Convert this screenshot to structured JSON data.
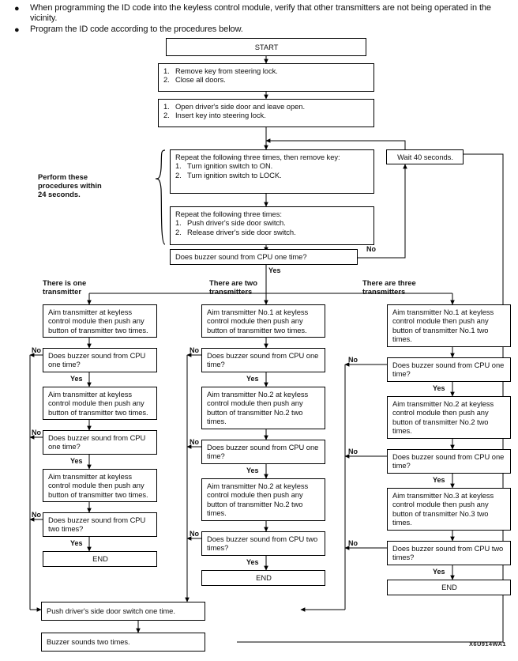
{
  "page": {
    "figure_code": "X6U914WA1"
  },
  "intro": {
    "bullets": [
      "When programming the ID code into the keyless control module, verify that other transmitters are not being operated in the vicinity.",
      "Program the ID code according to the procedures below."
    ],
    "marker": "●"
  },
  "labels": {
    "yes": "Yes",
    "no": "No",
    "perform_note_line1": "Perform these",
    "perform_note_line2": "procedures within",
    "perform_note_line3": "24 seconds.",
    "branch_one_line1": "There is one",
    "branch_one_line2": "transmitter",
    "branch_two_line1": "There are two",
    "branch_two_line2": "transmitters",
    "branch_three_line1": "There are three",
    "branch_three_line2": "transmitters"
  },
  "main": {
    "start": "START",
    "step1": {
      "items": [
        {
          "n": "1.",
          "t": "Remove key from steering lock."
        },
        {
          "n": "2.",
          "t": "Close all doors."
        }
      ]
    },
    "step2": {
      "items": [
        {
          "n": "1.",
          "t": "Open driver's side door and leave open."
        },
        {
          "n": "2.",
          "t": "Insert key into steering lock."
        }
      ]
    },
    "step3": {
      "lead": "Repeat the following three times, then remove key:",
      "items": [
        {
          "n": "1.",
          "t": "Turn ignition switch to ON."
        },
        {
          "n": "2.",
          "t": "Turn ignition switch to LOCK."
        }
      ]
    },
    "step4": {
      "lead": "Repeat the following three times:",
      "items": [
        {
          "n": "1.",
          "t": "Push driver's side door switch."
        },
        {
          "n": "2.",
          "t": "Release driver's side door switch."
        }
      ]
    },
    "decision_main": "Does buzzer sound from CPU one time?",
    "wait": "Wait 40 seconds.",
    "push_switch": "Push driver's side door switch one time.",
    "buzzer_two": "Buzzer sounds two times."
  },
  "column_one": {
    "header_l1": "There is one",
    "header_l2": "transmitter",
    "steps": [
      "Aim transmitter at keyless control module then push any button of transmitter two times.",
      "Aim transmitter at keyless control module then push any button of transmitter two times.",
      "Aim transmitter at keyless control module then push any button of transmitter two times."
    ],
    "decisions": [
      "Does buzzer sound from CPU one time?",
      "Does buzzer sound from CPU one time?",
      "Does buzzer sound from CPU two times?"
    ],
    "end": "END"
  },
  "column_two": {
    "header_l1": "There are two",
    "header_l2": "transmitters",
    "steps": [
      "Aim transmitter No.1 at keyless control module then push any button of transmitter two times.",
      "Aim transmitter No.2 at keyless control module then push any button of transmitter No.2 two times.",
      "Aim transmitter No.2 at keyless control module then push any button of transmitter No.2 two times."
    ],
    "decisions": [
      "Does buzzer sound from CPU one time?",
      "Does buzzer sound from CPU one time?",
      "Does buzzer sound from CPU two times?"
    ],
    "end": "END"
  },
  "column_three": {
    "header_l1": "There are three",
    "header_l2": "transmitters",
    "steps": [
      "Aim transmitter No.1 at keyless control module then push any button of transmitter No.1 two times.",
      "Aim transmitter No.2 at keyless control module then push any button of transmitter No.2 two times.",
      "Aim transmitter No.3 at keyless control module then push any button of transmitter No.3 two times."
    ],
    "decisions": [
      "Does buzzer sound from CPU one time?",
      "Does buzzer sound from CPU one time?",
      "Does buzzer sound from CPU two times?"
    ],
    "end": "END"
  }
}
